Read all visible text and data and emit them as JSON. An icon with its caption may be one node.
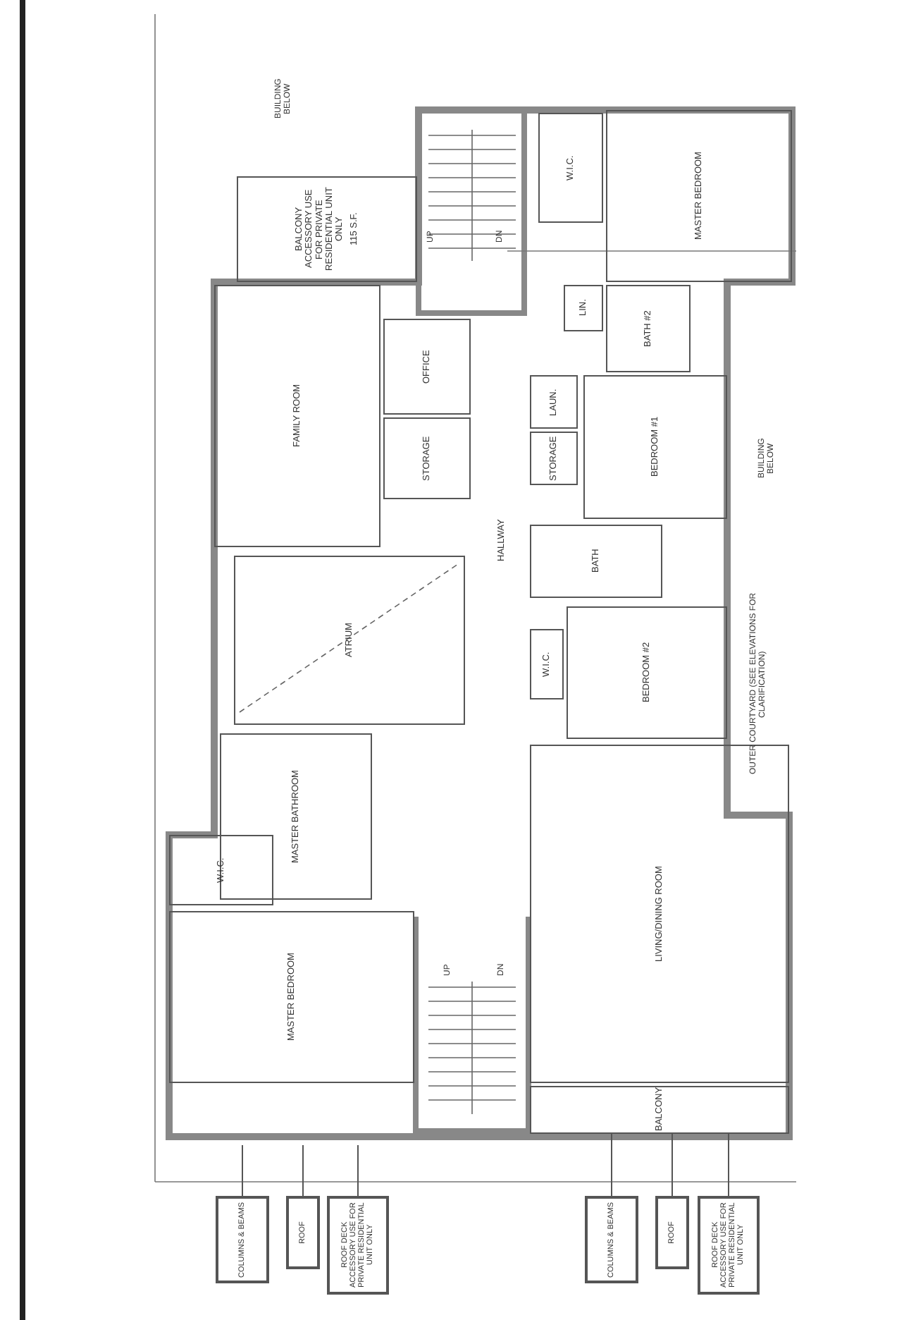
{
  "diagram": {
    "nodes": [
      {
        "text": [
          "BALCONY ACCESSORY USE FOR PRIVATE RESIDENTIAL UNIT ONLY",
          "115 S.F."
        ]
      },
      {
        "text": [
          "W.I.C."
        ]
      },
      {
        "text": [
          "MASTER BEDROOM"
        ]
      },
      {
        "text": [
          "LIN."
        ]
      },
      {
        "text": [
          "BATH #2"
        ]
      },
      {
        "text": [
          "FAMILY ROOM"
        ]
      },
      {
        "text": [
          "OFFICE"
        ]
      },
      {
        "text": [
          "STORAGE"
        ]
      },
      {
        "text": [
          "LAUN."
        ]
      },
      {
        "text": [
          "STORAGE"
        ]
      },
      {
        "text": [
          "BEDROOM #1"
        ]
      },
      {
        "text": [
          "HALLWAY"
        ]
      },
      {
        "text": [
          "BATH"
        ]
      },
      {
        "text": [
          "ATRIUM"
        ]
      },
      {
        "text": [
          "W.I.C."
        ]
      },
      {
        "text": [
          "BEDROOM #2"
        ]
      },
      {
        "text": [
          "MASTER BATHROOM"
        ]
      },
      {
        "text": [
          "W.I.C."
        ]
      },
      {
        "text": [
          "LIVING/DINING ROOM"
        ]
      },
      {
        "text": [
          "MASTER BEDROOM"
        ]
      },
      {
        "text": [
          "BALCONY"
        ]
      },
      {
        "text": [
          "COLUMNS & BEAMS"
        ]
      },
      {
        "text": [
          "ROOF"
        ]
      },
      {
        "text": [
          "ROOF DECK ACCESSORY USE FOR PRIVATE RESIDENTIAL UNIT ONLY"
        ]
      },
      {
        "text": [
          "COLUMNS & BEAMS"
        ]
      },
      {
        "text": [
          "ROOF"
        ]
      },
      {
        "text": [
          "ROOF DECK ACCESSORY USE FOR PRIVATE RESIDENTIAL UNIT ONLY"
        ]
      }
    ],
    "edges": [
      {
        "from": 21,
        "to": null,
        "arrow": "none"
      },
      {
        "from": 22,
        "to": null,
        "arrow": "none"
      },
      {
        "from": 23,
        "to": null,
        "arrow": "none"
      },
      {
        "from": 24,
        "to": 20,
        "arrow": "none"
      },
      {
        "from": 25,
        "to": 20,
        "arrow": "none"
      },
      {
        "from": 26,
        "to": 20,
        "arrow": "none"
      }
    ],
    "labels": [
      "BUILDING BELOW",
      "UP",
      "DN",
      "OUTER COURTYARD (SEE ELEVATIONS FOR CLARIFICATION)",
      "BUILDING BELOW",
      "UP",
      "DN"
    ]
  }
}
